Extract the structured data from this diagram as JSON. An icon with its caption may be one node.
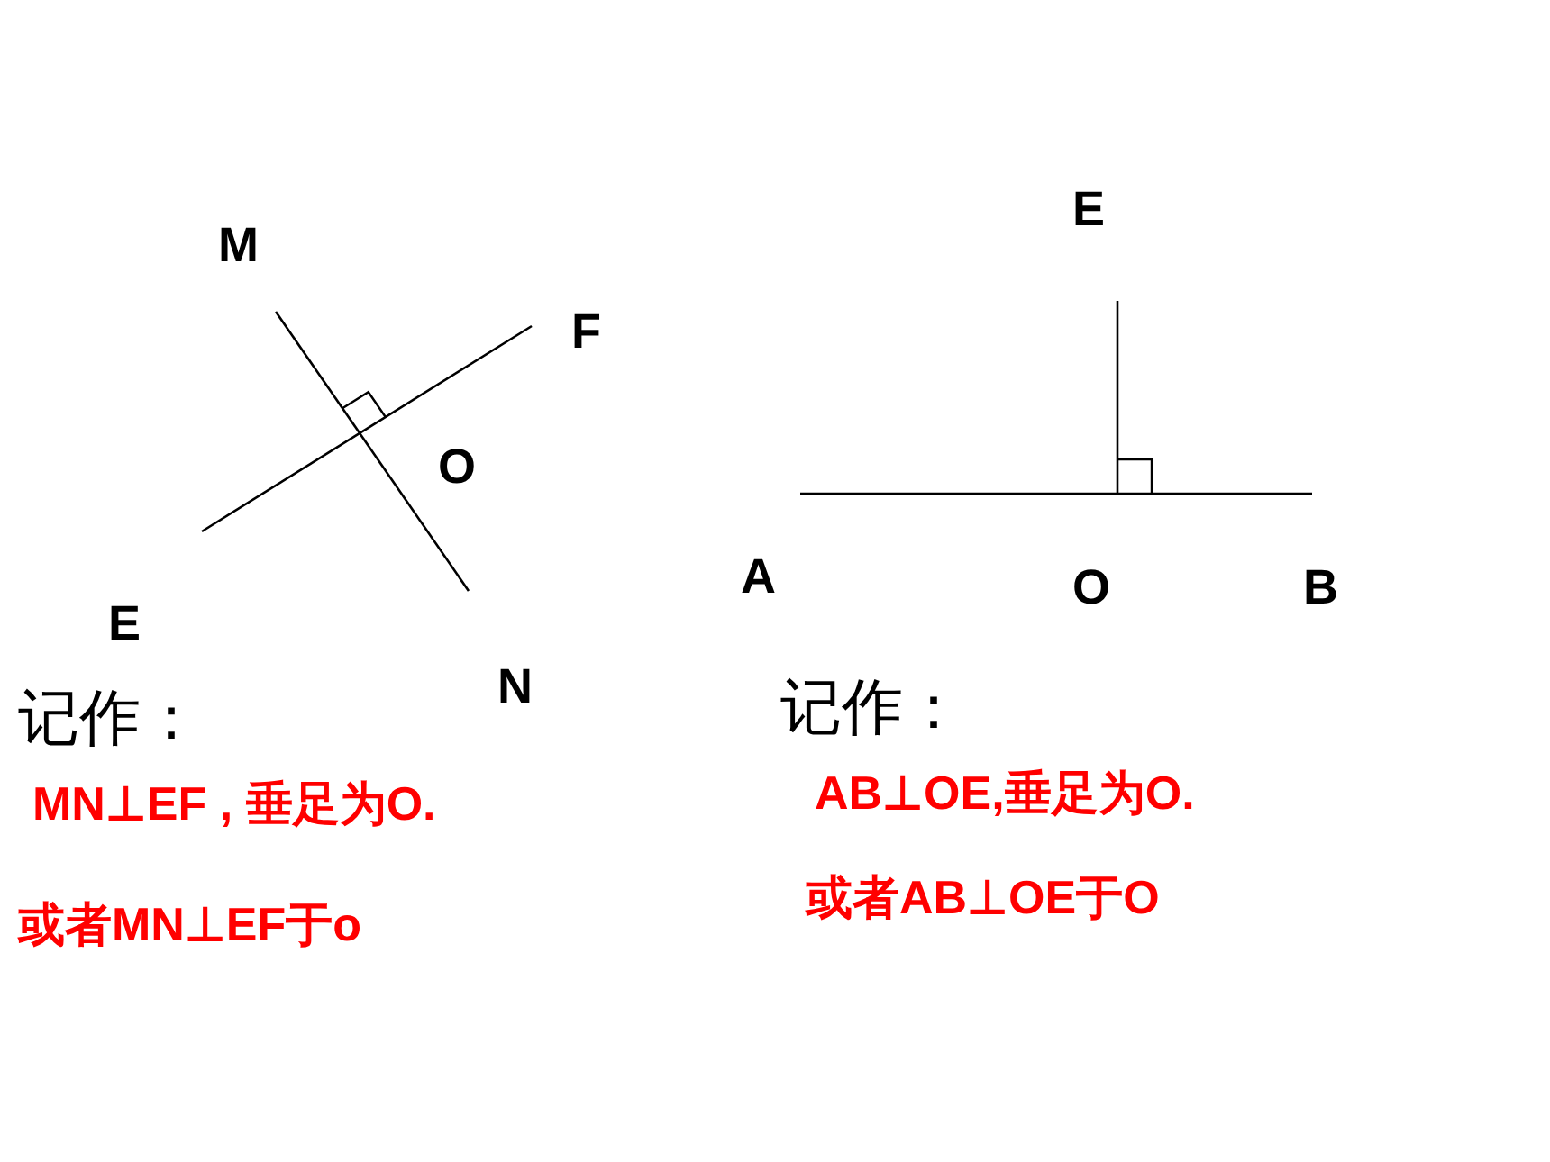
{
  "diagram": {
    "labels": [
      "M",
      "F",
      "O",
      "E",
      "N",
      "E",
      "A",
      "O",
      "B",
      "记作：",
      "MN⊥EF , 垂足为O.",
      "或者MN⊥EF于o",
      "记作：",
      "AB⊥OE,垂足为O.",
      "或者AB⊥OE于O"
    ]
  }
}
